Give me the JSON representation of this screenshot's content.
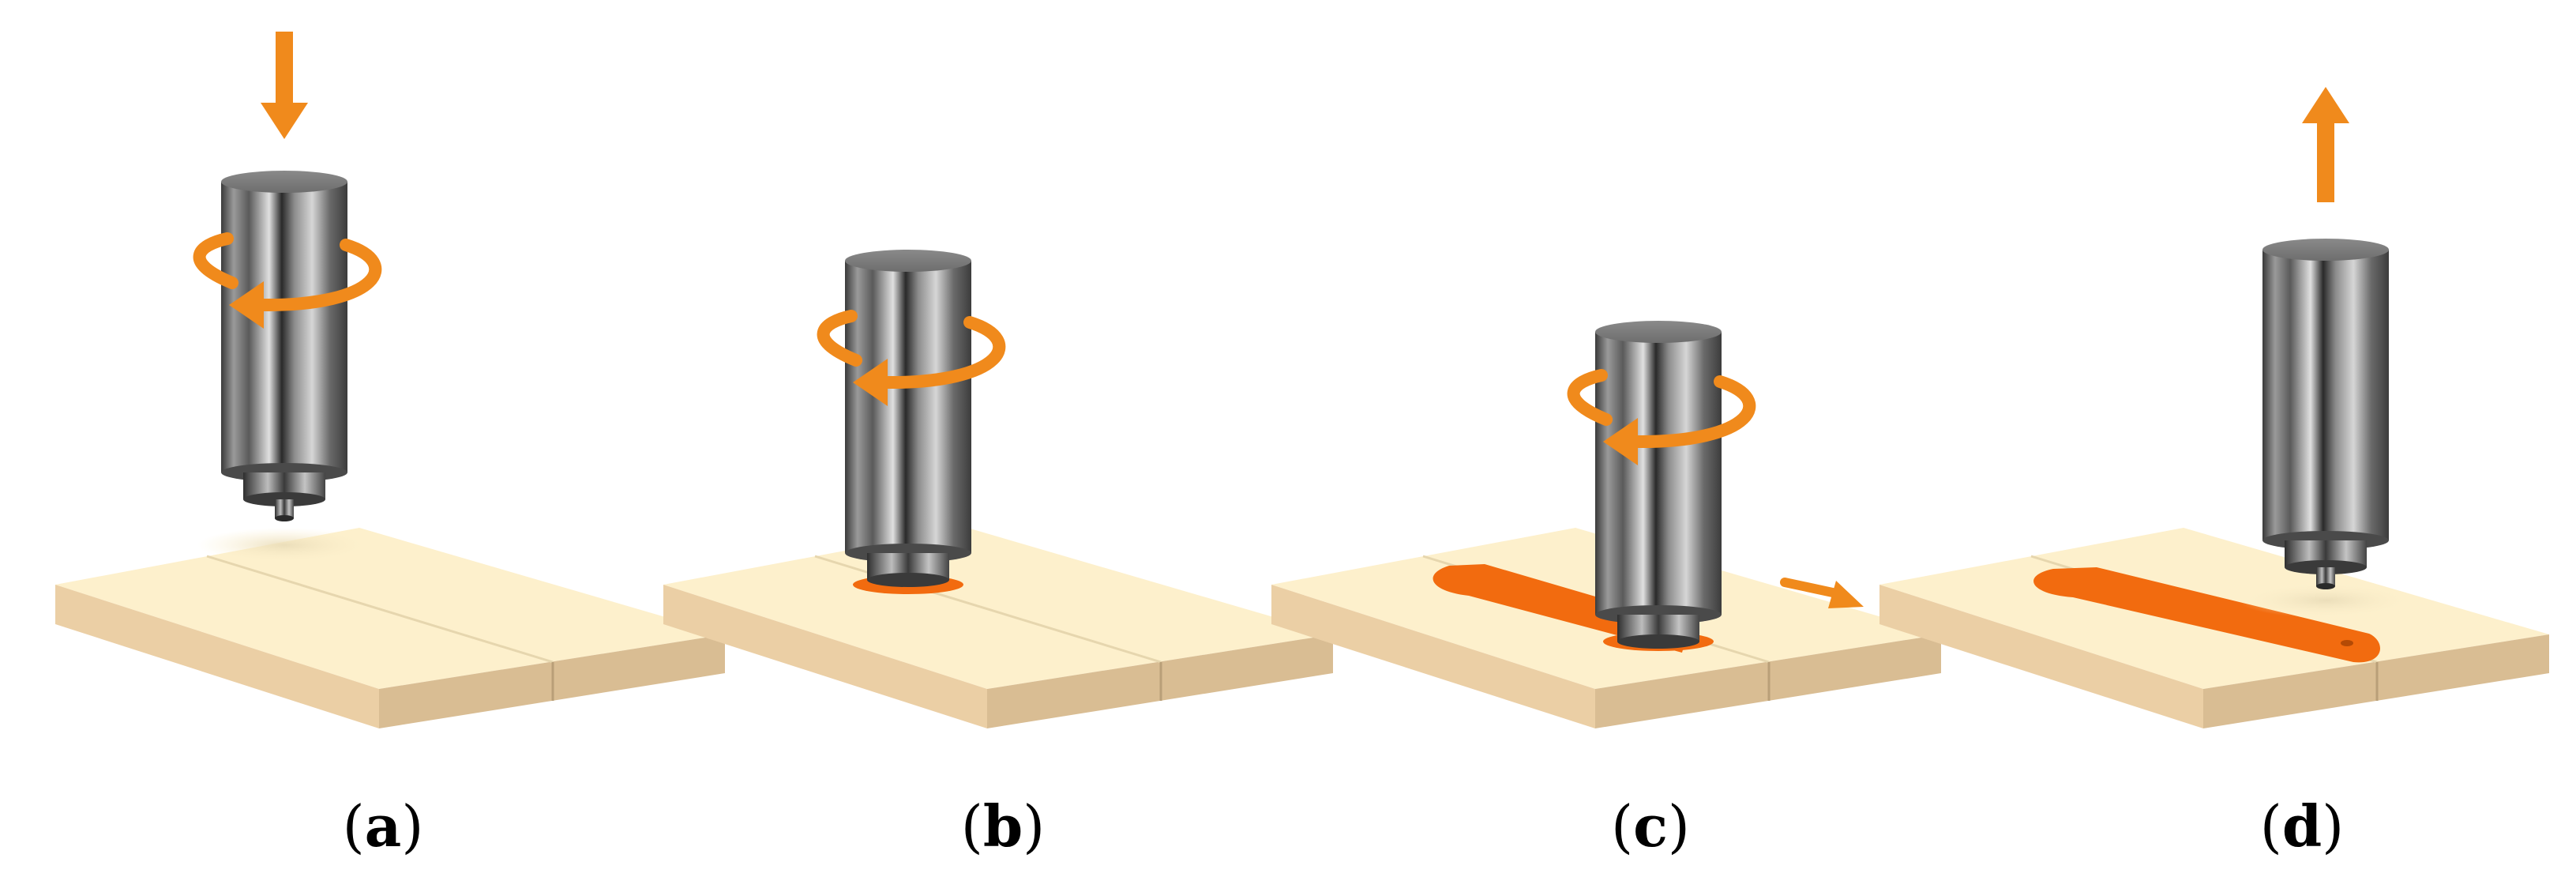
{
  "panels": [
    {
      "id": "a",
      "label": "a",
      "motion": "plunge-down",
      "rotating": true,
      "weld_state": "none"
    },
    {
      "id": "b",
      "label": "b",
      "motion": "dwell",
      "rotating": true,
      "weld_state": "plunged"
    },
    {
      "id": "c",
      "label": "c",
      "motion": "traverse",
      "rotating": true,
      "weld_state": "welding"
    },
    {
      "id": "d",
      "label": "d",
      "motion": "retract-up",
      "rotating": false,
      "weld_state": "complete"
    }
  ],
  "colors": {
    "plate_top": "#FDF0CC",
    "plate_front": "#EBCFA5",
    "plate_side": "#D9BD93",
    "weld": "#F26B0F",
    "arrow": "#F08A1C",
    "tool_light": "#D9D9D9",
    "tool_dark": "#2E2E2E",
    "caption": "#000000"
  },
  "icons": {
    "down_arrow": "down-arrow-icon",
    "up_arrow": "up-arrow-icon",
    "rotation_arrow": "rotation-arrow-icon",
    "traverse_arrow": "traverse-arrow-icon"
  }
}
